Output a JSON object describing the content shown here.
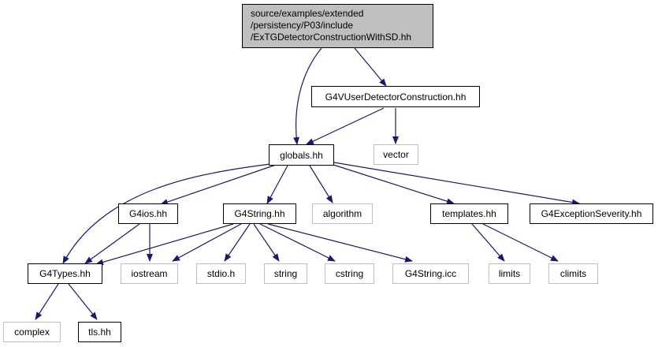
{
  "nodes": {
    "root": {
      "lines": [
        "source/examples/extended",
        "/persistency/P03/include",
        "/ExTGDetectorConstructionWithSD.hh"
      ]
    },
    "g4vuser": {
      "label": "G4VUserDetectorConstruction.hh"
    },
    "vector": {
      "label": "vector"
    },
    "globals": {
      "label": "globals.hh"
    },
    "g4ios": {
      "label": "G4ios.hh"
    },
    "g4string": {
      "label": "G4String.hh"
    },
    "algorithm": {
      "label": "algorithm"
    },
    "templates": {
      "label": "templates.hh"
    },
    "g4exception": {
      "label": "G4ExceptionSeverity.hh"
    },
    "g4types": {
      "label": "G4Types.hh"
    },
    "iostream": {
      "label": "iostream"
    },
    "stdio": {
      "label": "stdio.h"
    },
    "string": {
      "label": "string"
    },
    "cstring": {
      "label": "cstring"
    },
    "g4stringicc": {
      "label": "G4String.icc"
    },
    "limits": {
      "label": "limits"
    },
    "climits": {
      "label": "climits"
    },
    "complex": {
      "label": "complex"
    },
    "tls": {
      "label": "tls.hh"
    }
  },
  "colors": {
    "edge": "#191970",
    "faded_border": "#bfbfbf",
    "root_fill": "#bfbfbf"
  }
}
